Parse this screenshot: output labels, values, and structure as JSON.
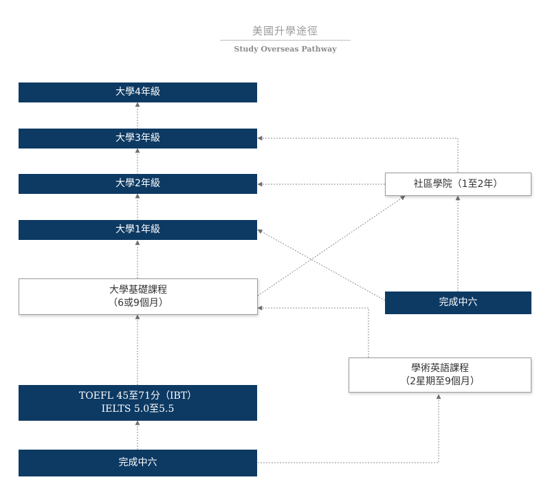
{
  "header": {
    "title": "美國升學途徑",
    "subtitle": "Study Overseas Pathway"
  },
  "nodes": {
    "year4": "大學4年級",
    "year3": "大學3年級",
    "year2": "大學2年級",
    "year1": "大學1年級",
    "foundation": {
      "line1": "大學基礎課程",
      "line2": "（6或9個月）"
    },
    "toefl": {
      "line1": "TOEFL 45至71分（IBT）",
      "line2": "IELTS 5.0至5.5"
    },
    "complete_left": "完成中六",
    "community": "社區學院（1至2年）",
    "complete_right": "完成中六",
    "english": {
      "line1": "學術英語課程",
      "line2": "（2星期至9個月）"
    }
  },
  "colors": {
    "dark_box": "#0d3a63",
    "connector": "#8a8a8a"
  }
}
